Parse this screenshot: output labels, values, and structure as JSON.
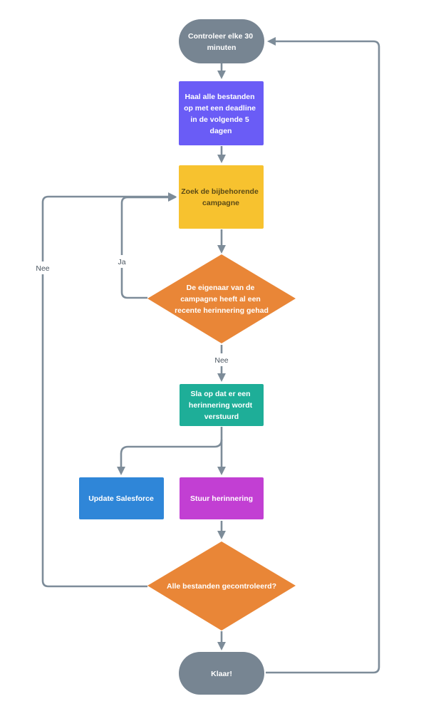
{
  "colors": {
    "terminal": "#778592",
    "fetch": "#6a5cf6",
    "find": "#f7c22f",
    "decision": "#e98637",
    "save": "#1eae98",
    "salesforce": "#2f86d8",
    "reminder": "#c23fd3",
    "connector": "#7d8c99"
  },
  "nodes": {
    "start": {
      "lines": [
        "Controleer elke 30",
        "minuten"
      ]
    },
    "fetch": {
      "lines": [
        "Haal alle bestanden",
        "op met een deadline",
        "in de volgende 5",
        "dagen"
      ]
    },
    "find": {
      "lines": [
        "Zoek de bijbehorende",
        "campagne"
      ]
    },
    "owner_decision": {
      "lines": [
        "De eigenaar van de",
        "campagne heeft al een",
        "recente herinnering gehad"
      ]
    },
    "save": {
      "lines": [
        "Sla op dat er een",
        "herinnering wordt",
        "verstuurd"
      ]
    },
    "salesforce": {
      "lines": [
        "Update Salesforce"
      ]
    },
    "reminder": {
      "lines": [
        "Stuur herinnering"
      ]
    },
    "all_checked": {
      "lines": [
        "Alle bestanden gecontroleerd?"
      ]
    },
    "end": {
      "lines": [
        "Klaar!"
      ]
    }
  },
  "edge_labels": {
    "yes_loop": "Ja",
    "no_loop": "Nee",
    "no_continue": "Nee"
  }
}
